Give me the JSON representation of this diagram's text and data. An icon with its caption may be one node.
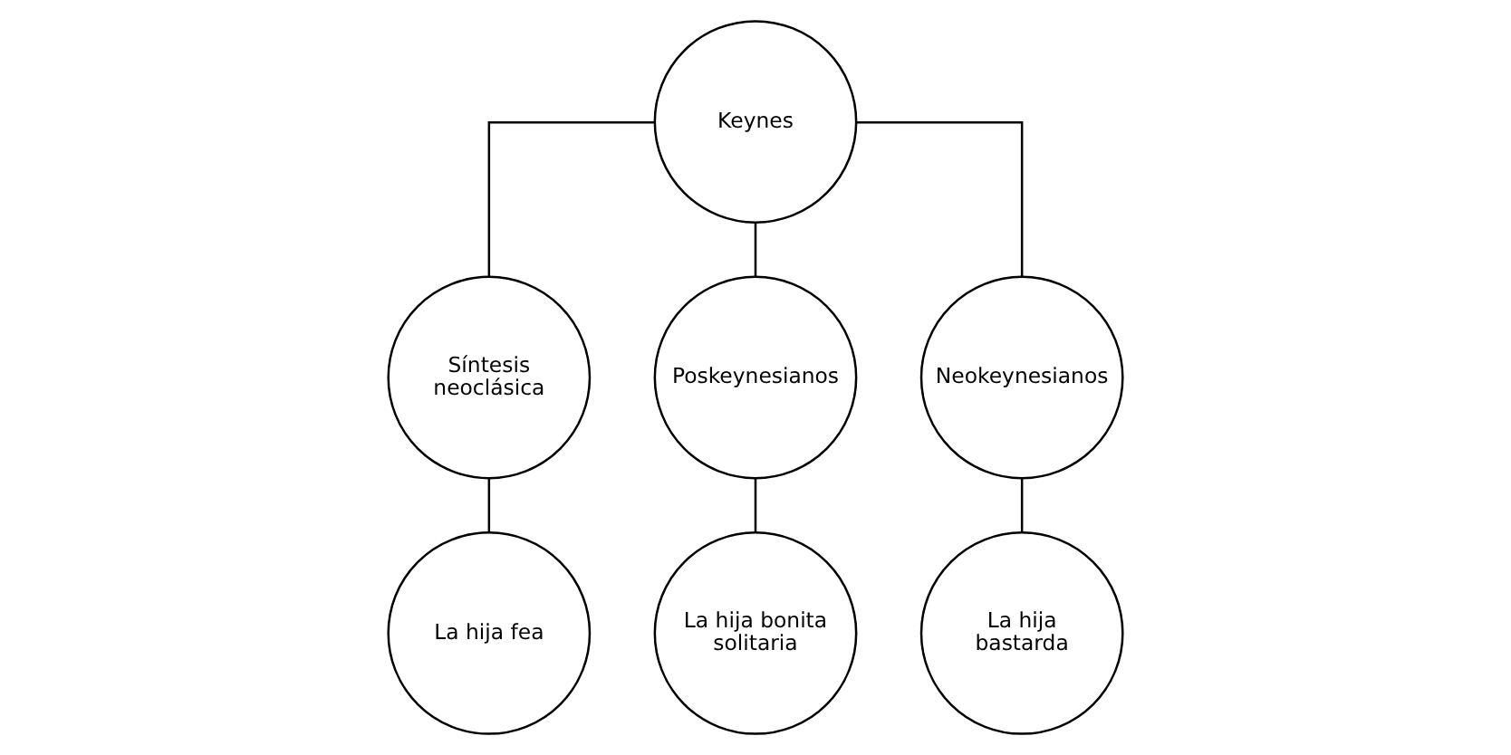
{
  "diagram": {
    "nodes": [
      {
        "text": [
          "Keynes"
        ]
      },
      {
        "text": [
          "Síntesis neoclásica"
        ]
      },
      {
        "text": [
          "Poskeynesianos"
        ]
      },
      {
        "text": [
          "Neokeynesianos"
        ]
      },
      {
        "text": [
          "La hija fea"
        ]
      },
      {
        "text": [
          "La hija bonita solitaria"
        ]
      },
      {
        "text": [
          "La hija bastarda"
        ]
      }
    ],
    "edges": [
      {
        "from": 0,
        "to": 1,
        "arrow": "none"
      },
      {
        "from": 0,
        "to": 2,
        "arrow": "none"
      },
      {
        "from": 0,
        "to": 3,
        "arrow": "none"
      },
      {
        "from": 1,
        "to": 4,
        "arrow": "none"
      },
      {
        "from": 2,
        "to": 5,
        "arrow": "none"
      },
      {
        "from": 3,
        "to": 6,
        "arrow": "none"
      }
    ]
  }
}
